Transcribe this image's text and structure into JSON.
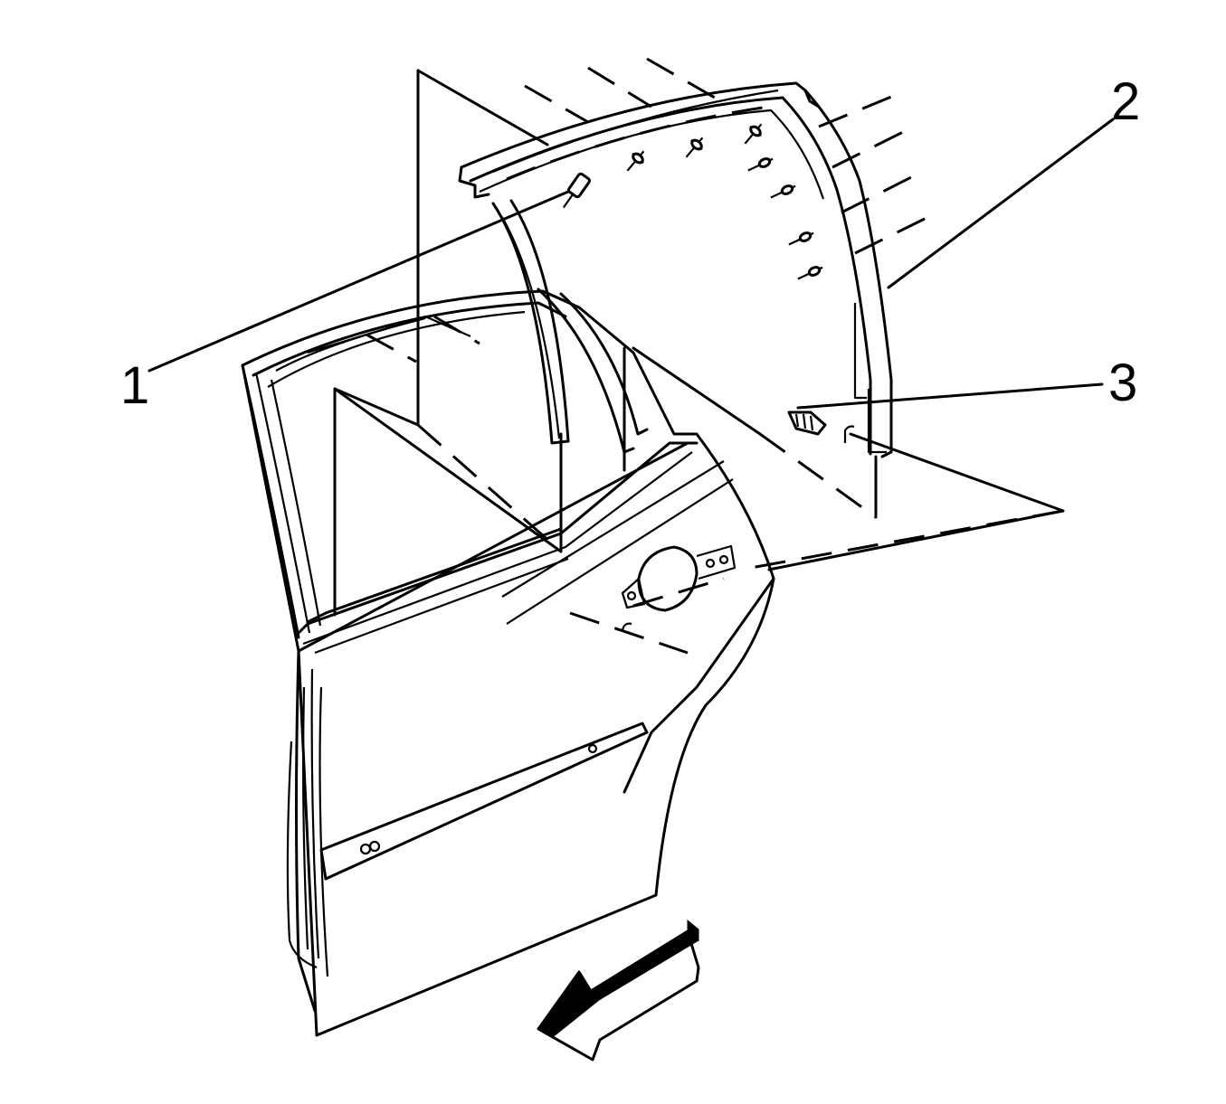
{
  "callouts": [
    {
      "id": "1",
      "label": "1"
    },
    {
      "id": "2",
      "label": "2"
    },
    {
      "id": "3",
      "label": "3"
    }
  ],
  "colors": {
    "line": "#000000",
    "background": "#ffffff"
  },
  "icons": [
    "front-direction-arrow-icon"
  ]
}
